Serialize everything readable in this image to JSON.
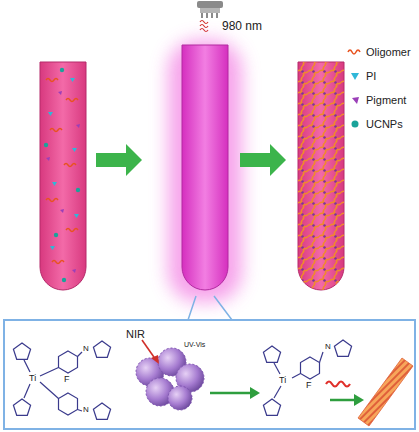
{
  "diagram": {
    "labels": [
      "980 nm",
      "NIR",
      "UV-Vis",
      "Ti",
      "F",
      "N",
      "N",
      "Ti",
      "F",
      "N"
    ],
    "legend": [
      {
        "text": "Oligomer"
      },
      {
        "text": "PI"
      },
      {
        "text": "Pigment"
      },
      {
        "text": "UCNPs"
      }
    ]
  }
}
